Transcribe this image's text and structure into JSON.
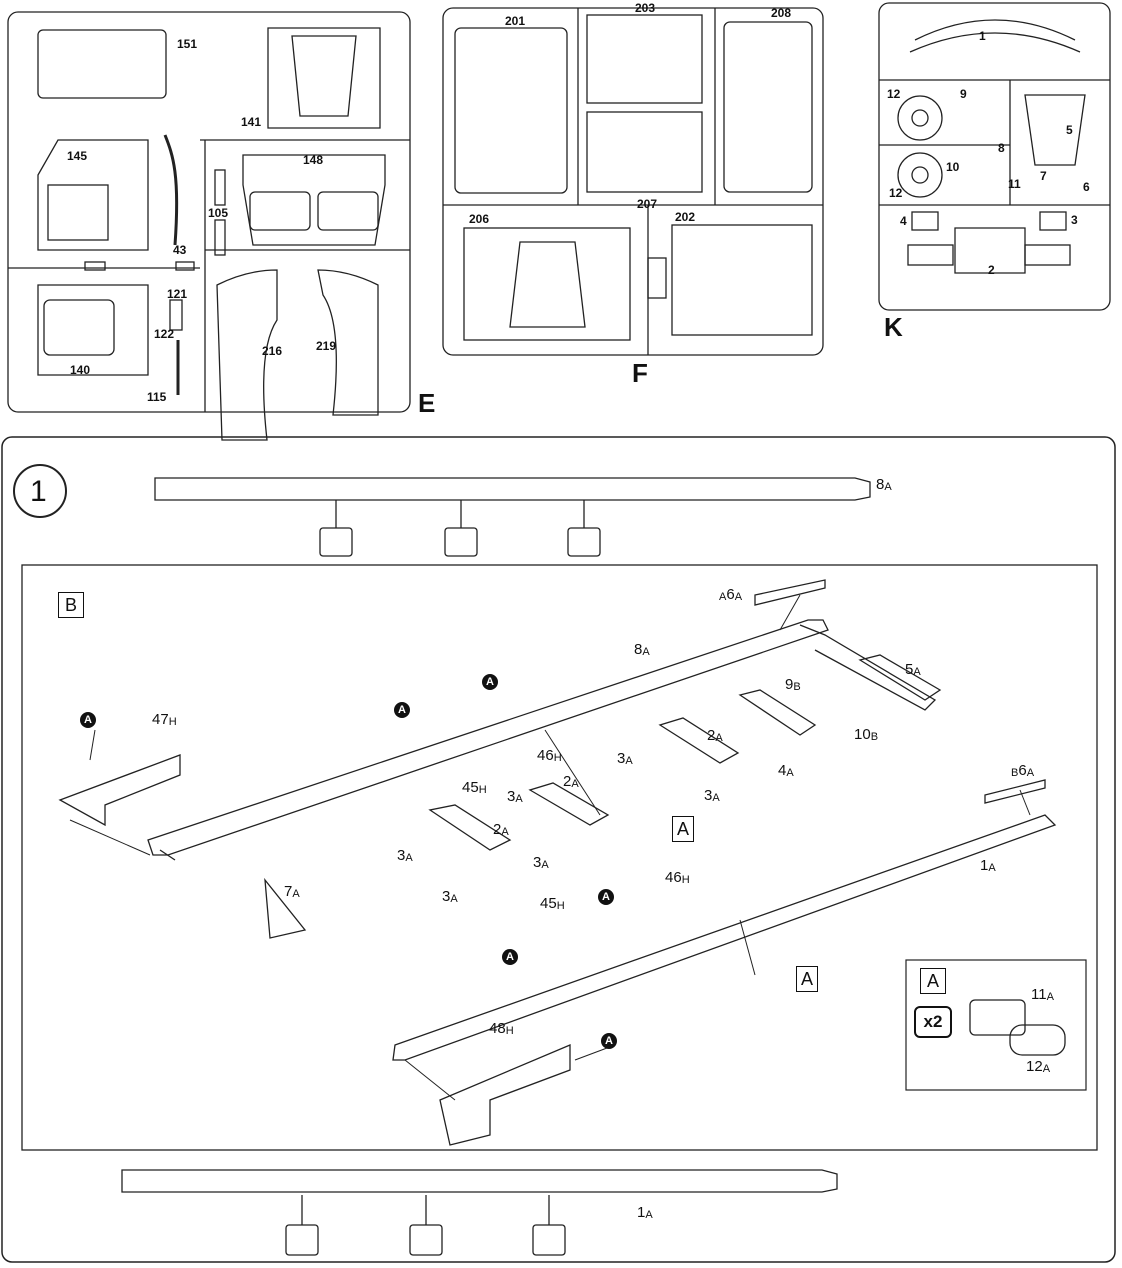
{
  "sprue_e": {
    "letter": "E",
    "labels": [
      "151",
      "141",
      "145",
      "148",
      "105",
      "43",
      "121",
      "122",
      "140",
      "115",
      "216",
      "219"
    ]
  },
  "sprue_f": {
    "letter": "F",
    "labels": [
      "201",
      "203",
      "208",
      "206",
      "207",
      "202"
    ]
  },
  "sprue_k": {
    "letter": "K",
    "labels": [
      "1",
      "12",
      "9",
      "5",
      "8",
      "12",
      "10",
      "11",
      "7",
      "6",
      "4",
      "3",
      "2"
    ]
  },
  "step": {
    "number": "1",
    "top_frame": {
      "num": "8",
      "sub": "A"
    },
    "sub_box_label": "B",
    "parts": [
      {
        "pre": "A",
        "num": "6",
        "sub": "A"
      },
      {
        "pre": "",
        "num": "8",
        "sub": "A"
      },
      {
        "pre": "",
        "num": "9",
        "sub": "B"
      },
      {
        "pre": "",
        "num": "5",
        "sub": "A"
      },
      {
        "pre": "",
        "num": "2",
        "sub": "A"
      },
      {
        "pre": "",
        "num": "10",
        "sub": "B"
      },
      {
        "pre": "",
        "num": "4",
        "sub": "A"
      },
      {
        "pre": "",
        "num": "3",
        "sub": "A"
      },
      {
        "pre": "",
        "num": "3",
        "sub": "A"
      },
      {
        "pre": "",
        "num": "46",
        "sub": "H"
      },
      {
        "pre": "",
        "num": "45",
        "sub": "H"
      },
      {
        "pre": "",
        "num": "3",
        "sub": "A"
      },
      {
        "pre": "",
        "num": "2",
        "sub": "A"
      },
      {
        "pre": "",
        "num": "47",
        "sub": "H"
      },
      {
        "pre": "",
        "num": "3",
        "sub": "A"
      },
      {
        "pre": "",
        "num": "2",
        "sub": "A"
      },
      {
        "pre": "",
        "num": "3",
        "sub": "A"
      },
      {
        "pre": "",
        "num": "3",
        "sub": "A"
      },
      {
        "pre": "",
        "num": "7",
        "sub": "A"
      },
      {
        "pre": "B",
        "num": "6",
        "sub": "A"
      },
      {
        "pre": "",
        "num": "1",
        "sub": "A"
      },
      {
        "pre": "",
        "num": "46",
        "sub": "H"
      },
      {
        "pre": "",
        "num": "45",
        "sub": "H"
      },
      {
        "pre": "",
        "num": "48",
        "sub": "H"
      }
    ],
    "subassembly_ref": "A",
    "callout": "A",
    "inset": {
      "label": "A",
      "multiplier": "x2",
      "parts": [
        {
          "num": "11",
          "sub": "A"
        },
        {
          "num": "12",
          "sub": "A"
        }
      ]
    },
    "bottom_frame": {
      "num": "1",
      "sub": "A"
    }
  }
}
